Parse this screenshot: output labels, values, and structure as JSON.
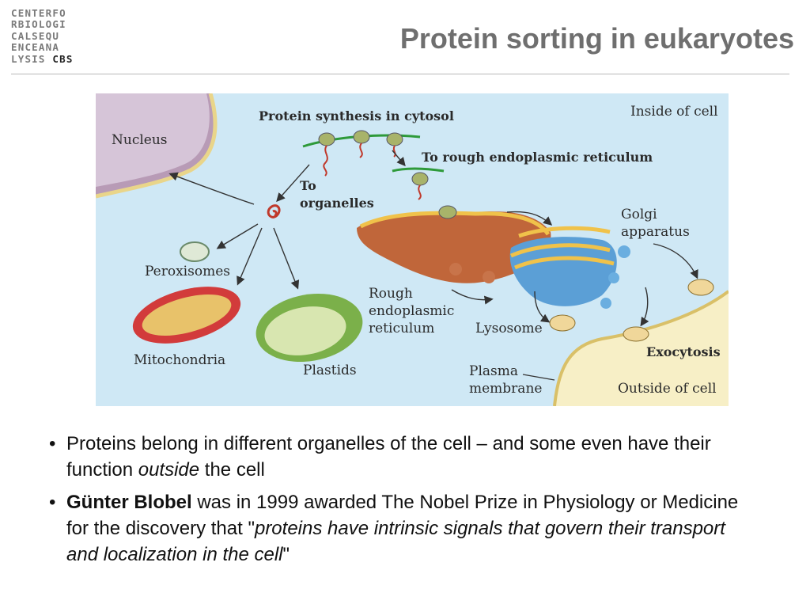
{
  "logo": {
    "lines": [
      "CENTERFO",
      "RBIOLOGI",
      "CALSEQU",
      "ENCEANA"
    ],
    "last_line_prefix": "LYSIS",
    "last_line_bold": "CBS"
  },
  "slide": {
    "title": "Protein sorting in eukaryotes"
  },
  "figure": {
    "labels": {
      "synthesis": "Protein synthesis in cytosol",
      "inside": "Inside of cell",
      "nucleus": "Nucleus",
      "to_rer": "To rough endoplasmic reticulum",
      "to": "To",
      "organelles": "organelles",
      "golgi1": "Golgi",
      "golgi2": "apparatus",
      "peroxisomes": "Peroxisomes",
      "rough": "Rough",
      "endoplasmic": "endoplasmic",
      "reticulum": "reticulum",
      "lysosome": "Lysosome",
      "exocytosis": "Exocytosis",
      "mitochondria": "Mitochondria",
      "plastids": "Plastids",
      "plasma": "Plasma",
      "membrane": "membrane",
      "outside": "Outside of cell"
    }
  },
  "bullets": {
    "b1": {
      "text_a": "Proteins belong in different organelles of the cell – and some even have their function ",
      "em": "outside",
      "text_b": " the cell"
    },
    "b2": {
      "strong": "Günter Blobel",
      "text_a": " was in 1999 awarded The Nobel Prize in Physiology or Medicine for the discovery that \"",
      "em": "proteins have intrinsic signals that govern their transport and localization in the cell",
      "text_b": "\""
    }
  }
}
